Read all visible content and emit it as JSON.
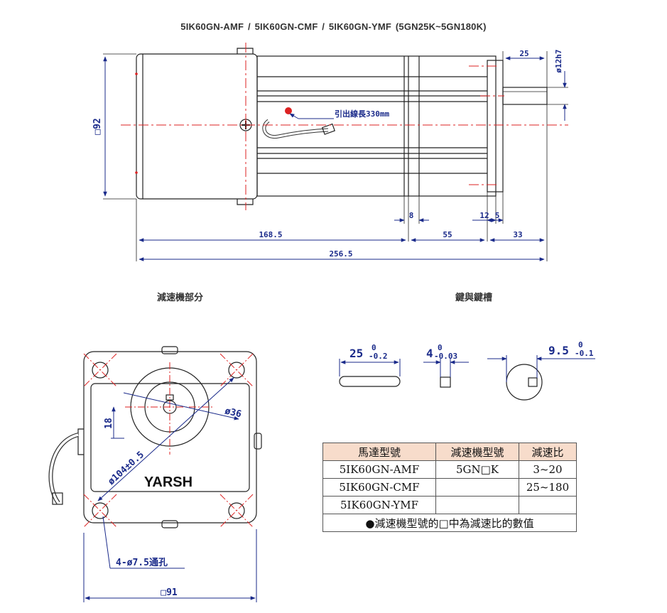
{
  "title": "5IK60GN-AMF   /   5IK60GN-CMF  /    5IK60GN-YMF   (5GN25K~5GN180K)",
  "side_view": {
    "lead_wire_label": "引出線長330mm",
    "height_label": "□92",
    "shaft_diameter_label": "ø12h7",
    "shaft_length_label": "25",
    "dim_8": "8",
    "dim_12": "12",
    "dim_5": "5",
    "dim_168_5": "168.5",
    "dim_55": "55",
    "dim_33": "33",
    "dim_256_5": "256.5"
  },
  "sections": {
    "gearbox": "減速機部分",
    "key": "鍵與鍵槽"
  },
  "front_view": {
    "brand": "YARSH",
    "dia_36": "ø36",
    "dim_18": "18",
    "pcd": "ø104±0.5",
    "holes": "4-ø7.5通孔",
    "width": "□91"
  },
  "key_details": {
    "key_len_value": "25",
    "key_len_upper": "0",
    "key_len_lower": "-0.2",
    "key_w_value": "4",
    "key_w_upper": "0",
    "key_w_lower": "-0.03",
    "groove_value": "9.5",
    "groove_upper": "0",
    "groove_lower": "-0.1"
  },
  "table": {
    "headers": [
      "馬達型號",
      "減速機型號",
      "減速比"
    ],
    "rows": [
      [
        "5IK60GN-AMF",
        "5GN□K",
        "3~20"
      ],
      [
        "5IK60GN-CMF",
        "",
        "25~180"
      ],
      [
        "5IK60GN-YMF",
        "",
        ""
      ]
    ],
    "note": "●減速機型號的□中為減速比的數值"
  }
}
